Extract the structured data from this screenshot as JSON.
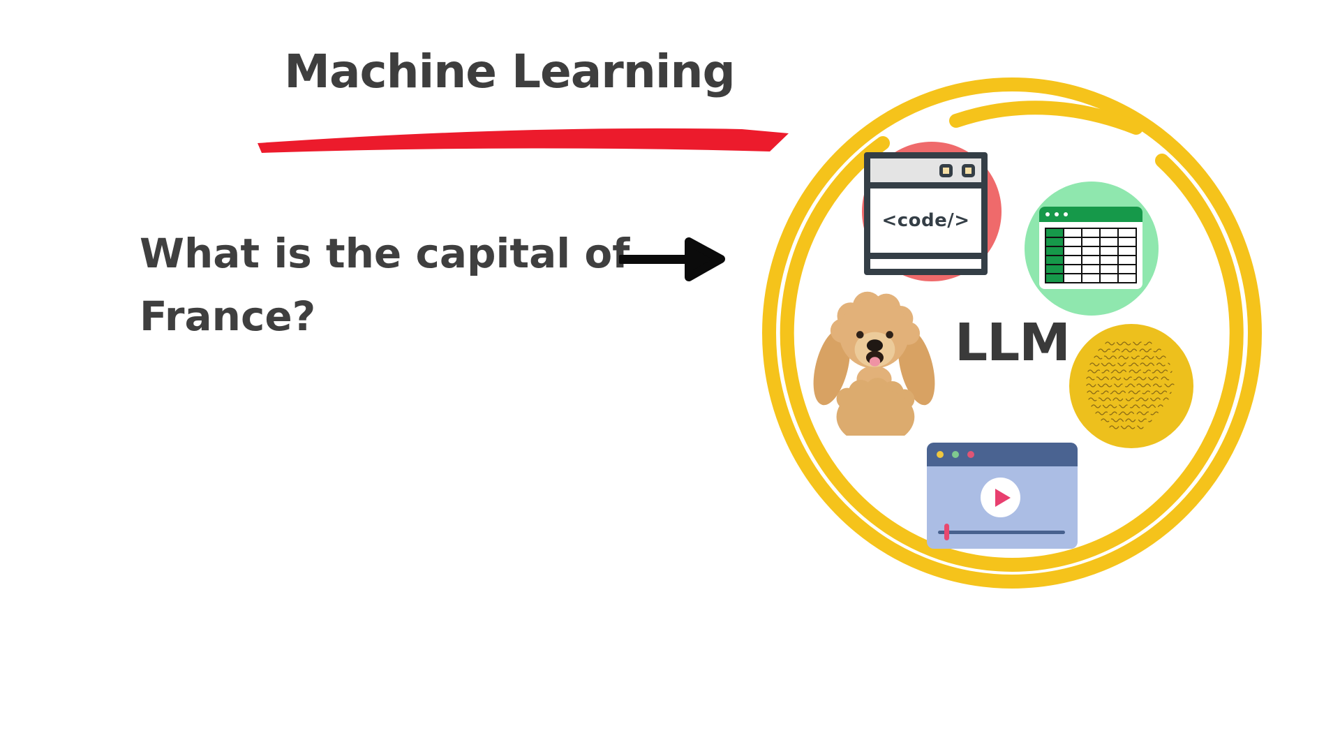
{
  "slide": {
    "title": "Machine Learning",
    "question_line1": "What is the capital of",
    "question_line2": "France?",
    "llm_label": "LLM",
    "code_label": "<code/>"
  },
  "icons": {
    "arrow": "right-arrow-icon",
    "doodle": "hand-drawn-yellow-circle",
    "code_window": "code-browser-window-icon",
    "spreadsheet": "spreadsheet-table-icon",
    "dog": "poodle-dog-photo",
    "note": "handwritten-note-circle",
    "video": "video-player-icon"
  },
  "colors": {
    "text_dark": "#3e3e3e",
    "underline_red": "#ec1b2c",
    "arrow_black": "#0b0b0b",
    "doodle_yellow": "#f5c31b",
    "salmon_circle": "#ef6a6b",
    "window_border": "#343e46",
    "window_button_cream": "#f5dfa5",
    "sheet_circle_mint": "#8fe7ae",
    "sheet_green": "#16994a",
    "note_yellow": "#edc01d",
    "note_ink": "#8a6a15",
    "video_bar_blue": "#4a6391",
    "video_body_blue": "#abbde4",
    "play_pink": "#e83f6f",
    "dot_yellow": "#f0c73e",
    "dot_green": "#7fc98f",
    "dot_pink": "#e05575"
  }
}
